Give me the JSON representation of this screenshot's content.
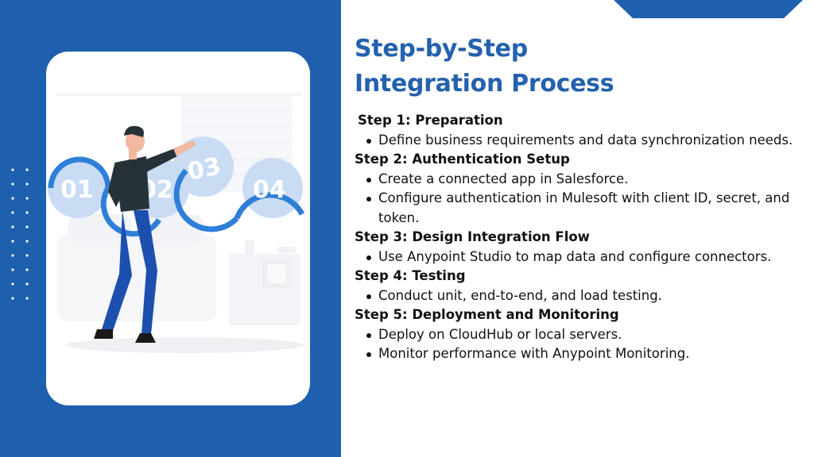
{
  "slide": {
    "title_line1": "Step-by-Step",
    "title_line2": "Integration Process"
  },
  "illustration": {
    "step_numbers": [
      "01",
      "02",
      "03",
      "04"
    ]
  },
  "steps": [
    {
      "title": "Step 1: Preparation",
      "bullets": [
        "Define business requirements and data synchronization needs."
      ]
    },
    {
      "title": "Step 2: Authentication Setup",
      "bullets": [
        "Create a connected app in Salesforce.",
        "Configure authentication in Mulesoft with client ID, secret, and token."
      ]
    },
    {
      "title": "Step 3: Design Integration Flow",
      "bullets": [
        "Use Anypoint Studio to map data and configure connectors."
      ]
    },
    {
      "title": "Step 4: Testing",
      "bullets": [
        "Conduct unit, end-to-end, and load testing."
      ]
    },
    {
      "title": "Step 5: Deployment and Monitoring",
      "bullets": [
        "Deploy on CloudHub or local servers.",
        "Monitor performance with Anypoint Monitoring."
      ]
    }
  ],
  "colors": {
    "panel_blue": "#1e5fae",
    "title_blue": "#2461ae",
    "circle_blue": "#2f7fd8",
    "circle_fill": "#c9dcf3"
  }
}
